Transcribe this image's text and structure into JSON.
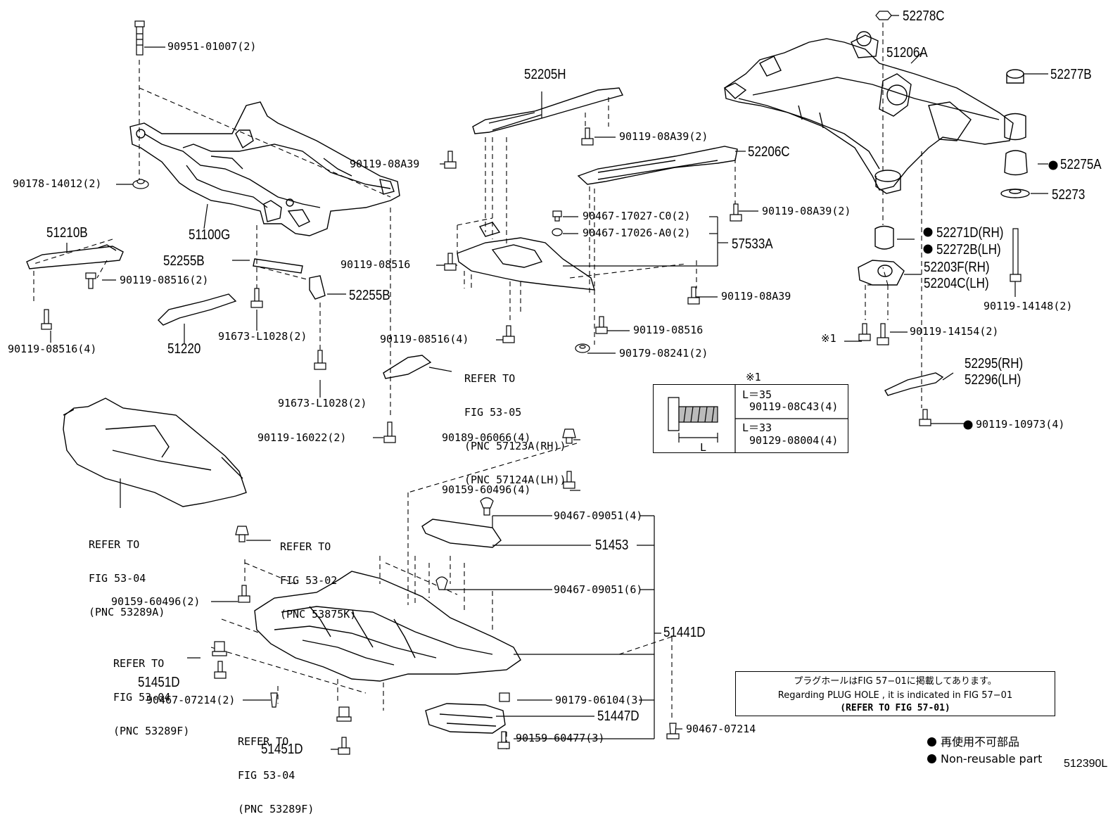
{
  "diagram": {
    "parts": {
      "p1": "90951-01007(2)",
      "p2": "52205H",
      "p3": "52278C",
      "p4": "51206A",
      "p5": "52277B",
      "p6": "90119-08A39(2)",
      "p7": "90119-08A39",
      "p8": "52206C",
      "p9": "52275A",
      "p10": "90178-14012(2)",
      "p11": "52273",
      "p12": "90119-08A39(2)",
      "p13": "51210B",
      "p14": "51100G",
      "p15": "90467-17027-C0(2)",
      "p16": "52271D(RH)",
      "p17": "90467-17026-A0(2)",
      "p18": "57533A",
      "p19": "52272B(LH)",
      "p20": "52255B",
      "p21": "90119-08516",
      "p22": "52203F(RH)",
      "p23": "90119-08516(2)",
      "p24": "52204C(LH)",
      "p25": "52255B",
      "p26": "90119-08A39",
      "p27": "90119-14148(2)",
      "p28": "90119-08516",
      "p29": "51220",
      "p30": "91673-L1028(2)",
      "p31": "90119-08516(4)",
      "p32": "90119-14154(2)",
      "p33": "90119-08516(4)",
      "p34": "90179-08241(2)",
      "p35": "52295(RH)",
      "p36": "52296(LH)",
      "p37": "91673-L1028(2)",
      "p38": "90119-16022(2)",
      "p39": "90189-06066(4)",
      "p40": "90119-10973(4)",
      "p41": "90159-60496(4)",
      "p42": "90467-09051(4)",
      "p43": "51453",
      "p44": "90159-60496(2)",
      "p45": "90467-09051(6)",
      "p46": "51441D",
      "p47": "51451D",
      "p48": "90179-06104(3)",
      "p49": "90467-07214(2)",
      "p50": "51447D",
      "p51": "90467-07214",
      "p52": "90159-60477(3)",
      "p53": "51451D",
      "p54": "※1"
    },
    "refs": {
      "r1": [
        "REFER TO",
        "FIG 53-05",
        "(PNC 57123A(RH))",
        "(PNC 57124A(LH))"
      ],
      "r2": [
        "REFER TO",
        "FIG 53-04",
        "(PNC 53289A)"
      ],
      "r3": [
        "REFER TO",
        "FIG 53-02",
        "(PNC 53875K)"
      ],
      "r4": [
        "REFER TO",
        "FIG 53-04",
        "(PNC 53289F)"
      ],
      "r5": [
        "REFER TO",
        "FIG 53-04",
        "(PNC 53289F)"
      ]
    },
    "bolt_table": {
      "mark": "※1",
      "dim_label": "L",
      "rows": [
        {
          "length": "L＝35",
          "part": "90119-08C43(4)"
        },
        {
          "length": "L＝33",
          "part": "90129-08004(4)"
        }
      ]
    },
    "note": {
      "jp": "プラグホールはFIG 57−01に掲載してあります。",
      "en": "Regarding  PLUG  HOLE , it is indicated in  FIG  57−01",
      "ref": "(REFER TO FIG 57-01)"
    },
    "legend": {
      "jp": "再使用不可部品",
      "en": "Non-reusable part"
    },
    "figure_id": "512390L"
  }
}
